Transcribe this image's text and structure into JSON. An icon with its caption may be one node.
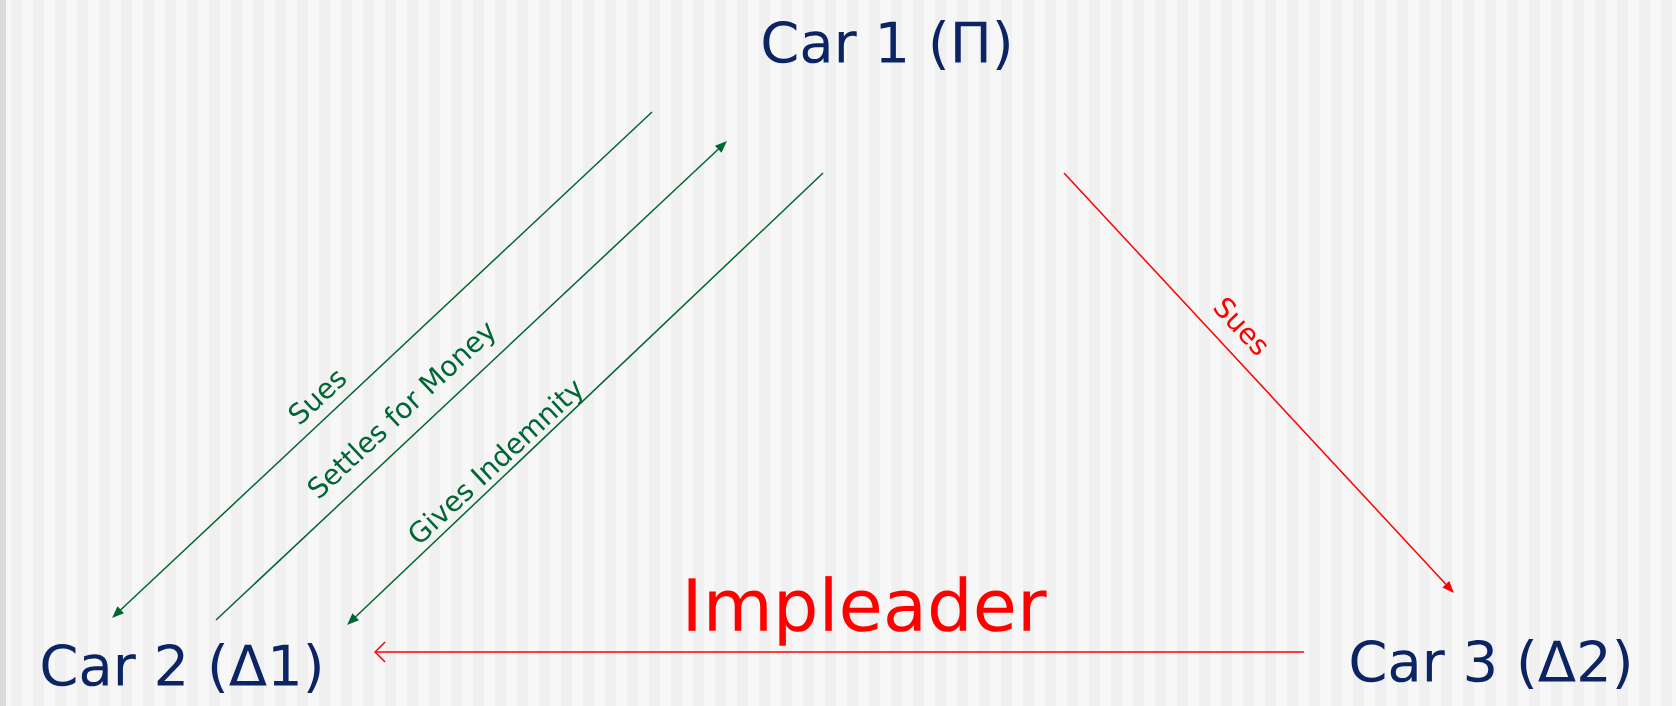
{
  "diagram": {
    "nodes": [
      {
        "text": [
          "Car 1 (Π)"
        ]
      },
      {
        "text": [
          "Car 2 (Δ1)"
        ]
      },
      {
        "text": [
          "Car 3 (Δ2)"
        ]
      }
    ],
    "edges": [
      {
        "from": 0,
        "to": 1,
        "arrow": "to",
        "label": "Sues"
      },
      {
        "from": 1,
        "to": 0,
        "arrow": "to",
        "label": "Settles for Money"
      },
      {
        "from": 0,
        "to": 1,
        "arrow": "to",
        "label": "Gives Indemnity"
      },
      {
        "from": 0,
        "to": 2,
        "arrow": "to",
        "label": "Sues",
        "color": "#ff0000"
      },
      {
        "from": 2,
        "to": 1,
        "arrow": "to",
        "label": "Impleader",
        "color": "#ff0000"
      }
    ]
  }
}
